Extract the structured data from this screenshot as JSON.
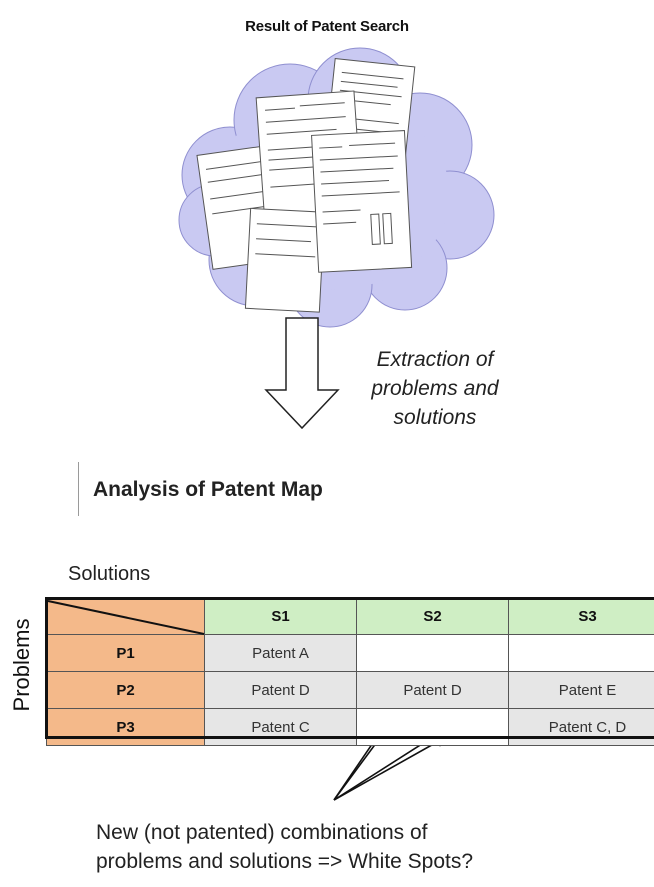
{
  "title": "Result of Patent Search",
  "extraction_text": [
    "Extraction of",
    "problems and",
    "solutions"
  ],
  "analysis_heading": "Analysis of Patent Map",
  "axis": {
    "columns_label": "Solutions",
    "rows_label": "Problems"
  },
  "patent_map": {
    "column_headers": [
      "S1",
      "S2",
      "S3"
    ],
    "rows": [
      {
        "label": "P1",
        "cells": [
          "Patent A",
          "",
          ""
        ]
      },
      {
        "label": "P2",
        "cells": [
          "Patent D",
          "Patent D",
          "Patent E"
        ]
      },
      {
        "label": "P3",
        "cells": [
          "Patent C",
          "",
          "Patent C, D"
        ]
      }
    ]
  },
  "conclusion_text": [
    "New (not patented) combinations of",
    "problems and solutions => White Spots?"
  ],
  "colors": {
    "header_green": "#cfeec4",
    "row_orange": "#f4b98a",
    "cell_gray": "#e6e6e6",
    "cloud": "#c9c9f2"
  }
}
